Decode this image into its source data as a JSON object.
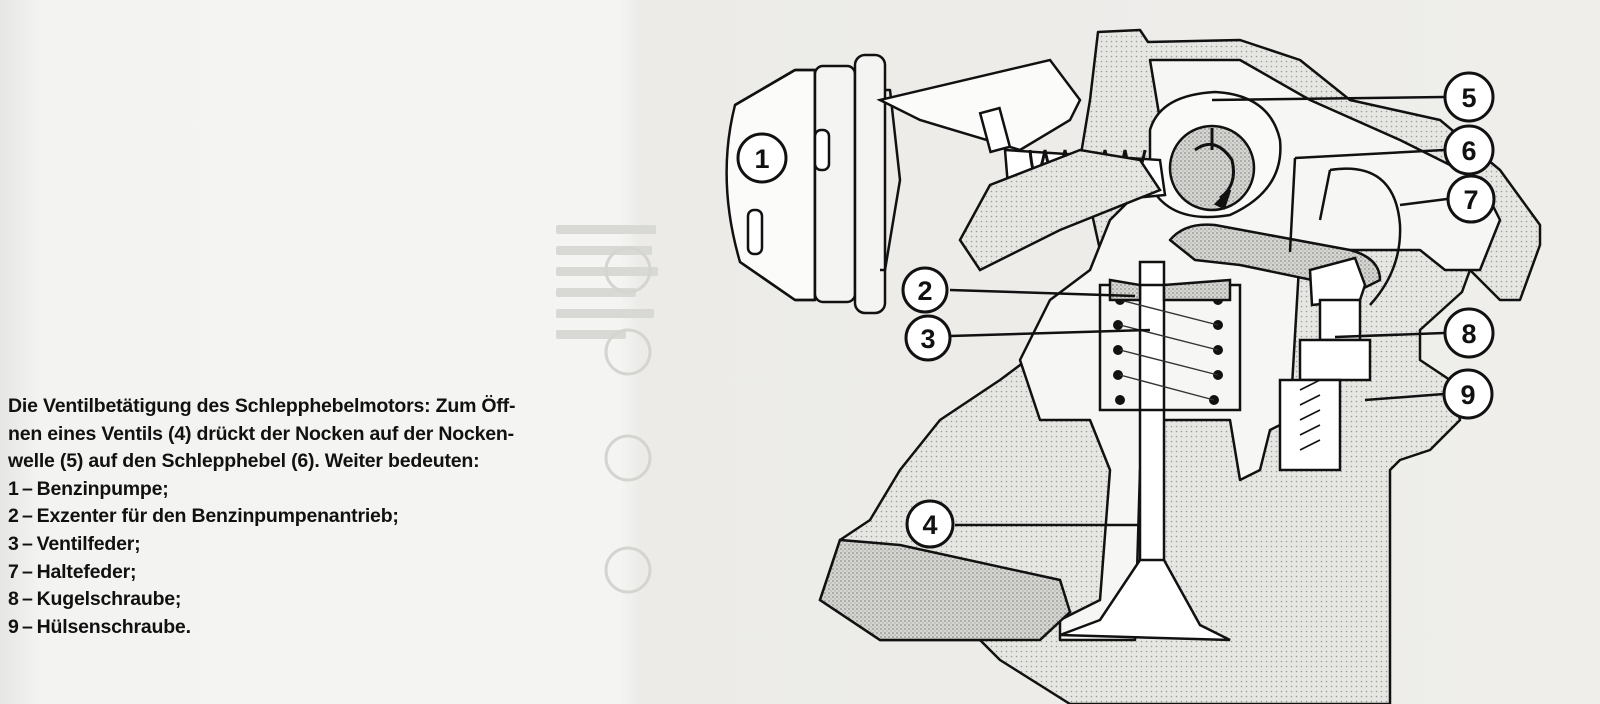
{
  "caption": {
    "lines": [
      "Die Ventilbetätigung des Schlepphebelmotors: Zum Öff-",
      "nen eines Ventils (4) drückt der Nocken auf der Nocken-",
      "welle (5) auf den Schlepphebel (6). Weiter bedeuten:"
    ],
    "legend": [
      {
        "num": "1",
        "text": "Benzinpumpe;"
      },
      {
        "num": "2",
        "text": "Exzenter für den Benzinpumpenantrieb;"
      },
      {
        "num": "3",
        "text": "Ventilfeder;"
      },
      {
        "num": "7",
        "text": "Haltefeder;"
      },
      {
        "num": "8",
        "text": "Kugelschraube;"
      },
      {
        "num": "9",
        "text": "Hülsenschraube."
      }
    ]
  },
  "diagram": {
    "callouts": [
      "1",
      "2",
      "3",
      "4",
      "5",
      "6",
      "7",
      "8",
      "9"
    ]
  },
  "colors": {
    "ink": "#111111",
    "hatch": "#c9c9c7",
    "paper": "#f2f2f0"
  }
}
